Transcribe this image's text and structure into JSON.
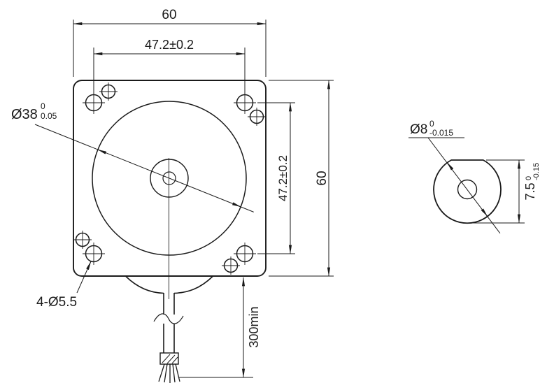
{
  "front_view": {
    "width_top": "60",
    "height_right": "60",
    "pitch_h": "47.2±0.2",
    "pitch_v": "47.2±0.2",
    "pilot_value": "Ø38",
    "pilot_tol_upper": "0",
    "pilot_tol_lower": "0.05",
    "holes_label": "4-Ø5.5",
    "cable_min": "300min"
  },
  "shaft_view": {
    "dia_value": "Ø8",
    "dia_tol_upper": "0",
    "dia_tol_lower": "-0.015",
    "flat_value": "7.5",
    "flat_tol_upper": "0",
    "flat_tol_lower": "-0.15"
  },
  "colors": {
    "line": "#1a1a1a",
    "background": "#ffffff"
  }
}
